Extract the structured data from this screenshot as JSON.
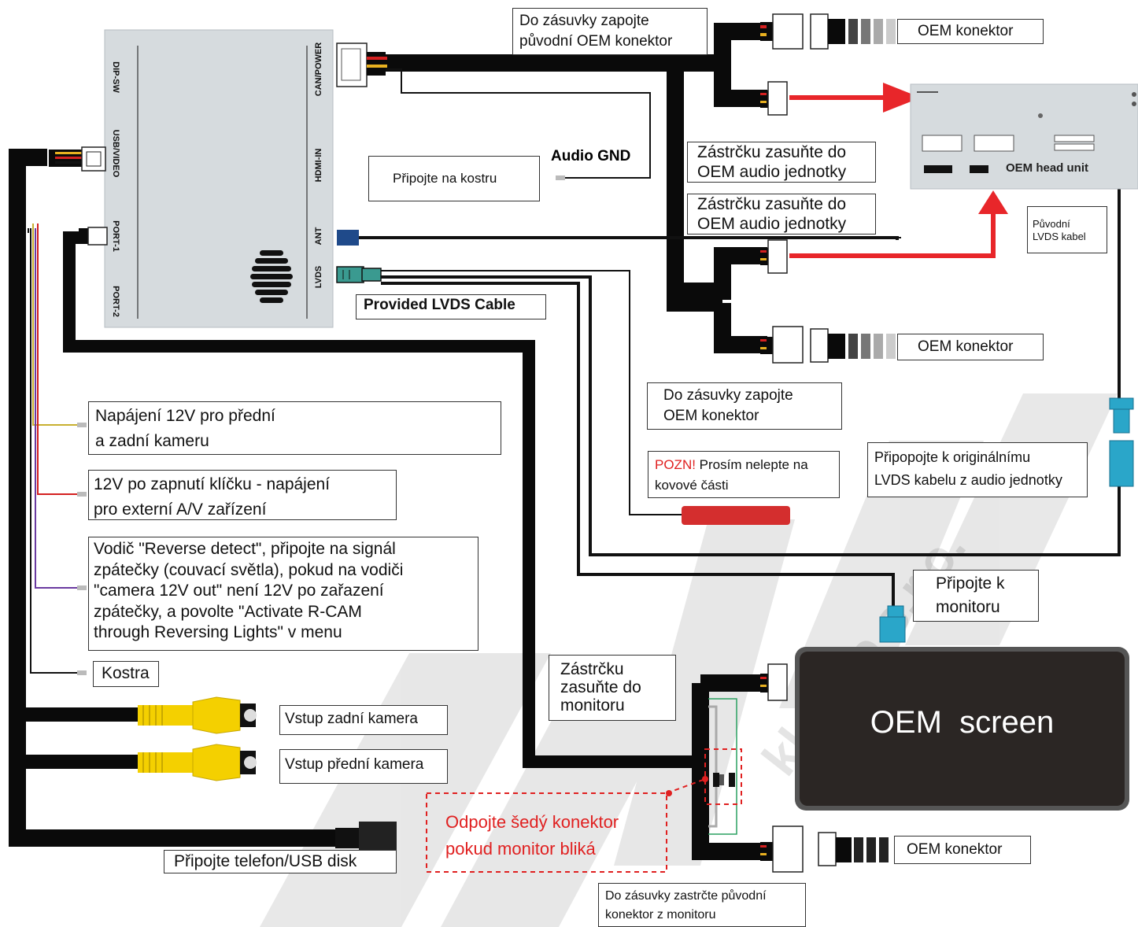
{
  "watermark": "kladno s.r.o.",
  "interface_box": {
    "ports_left": [
      "DIP-SW",
      "USB/VIDEO",
      "PORT-1",
      "PORT-2"
    ],
    "ports_right": [
      "CAN/POWER",
      "HDMI-IN",
      "ANT",
      "LVDS"
    ]
  },
  "callouts": {
    "oem_connector_top": "Do zásuvky zapojte\npůvodní OEM konektor",
    "oem_label_1": "OEM konektor",
    "plug_audio_1": "Zástrčku zasuňte do\nOEM audio jednotky",
    "plug_audio_2": "Zástrčku zasuňte do\nOEM audio jednotky",
    "oem_label_2": "OEM konektor",
    "oem_connector_mid": "Do zásuvky zapojte\nOEM konektor",
    "audio_gnd": "Audio GND",
    "ground_chassis": "Připojte na kostru",
    "lvds_provided": "Provided LVDS Cable",
    "head_unit": "OEM head unit",
    "orig_lvds": "Původní\nLVDS kabel",
    "power_cam": "Napájení 12V pro přední\na zadní kameru",
    "acc_power": "12V po zapnutí klíčku - napájení\npro externí A/V zařízení",
    "reverse_detect": "Vodič \"Reverse detect\", připojte na signál\nzpátečky (couvací světla), pokud na vodiči\n\"camera 12V out\" není 12V po zařazení\nzpátečky, a povolte \"Activate R-CAM\nthrough Reversing Lights\" v menu",
    "ground": "Kostra",
    "warning_prefix": "POZN!",
    "warning_text": " Prosím nelepte na\nkovové části",
    "orig_lvds_connect": "Připopojte k originálnímu\nLVDS kabelu z audio jednotky",
    "monitor_connect": "Připojte k\nmonitoru",
    "plug_monitor": "Zástrčku\nzasuňte do\nmonitoru",
    "screen": "OEM  screen",
    "rear_cam": "Vstup zadní kamera",
    "front_cam": "Vstup přední kamera",
    "disconnect_grey": "Odpojte šedý konektor\npokud monitor bliká",
    "oem_label_3": "OEM konektor",
    "monitor_socket": "Do zásuvky zastrčte původní\nkonektor z monitoru",
    "usb": "Připojte telefon/USB disk"
  },
  "colors": {
    "cable": "#0a0a0a",
    "arrow_red": "#e8262a",
    "lvds_blue": "#2aa6c9",
    "screen_bg": "#2b2624",
    "rca_yellow": "#f4d000",
    "dashed_red": "#e02020"
  }
}
